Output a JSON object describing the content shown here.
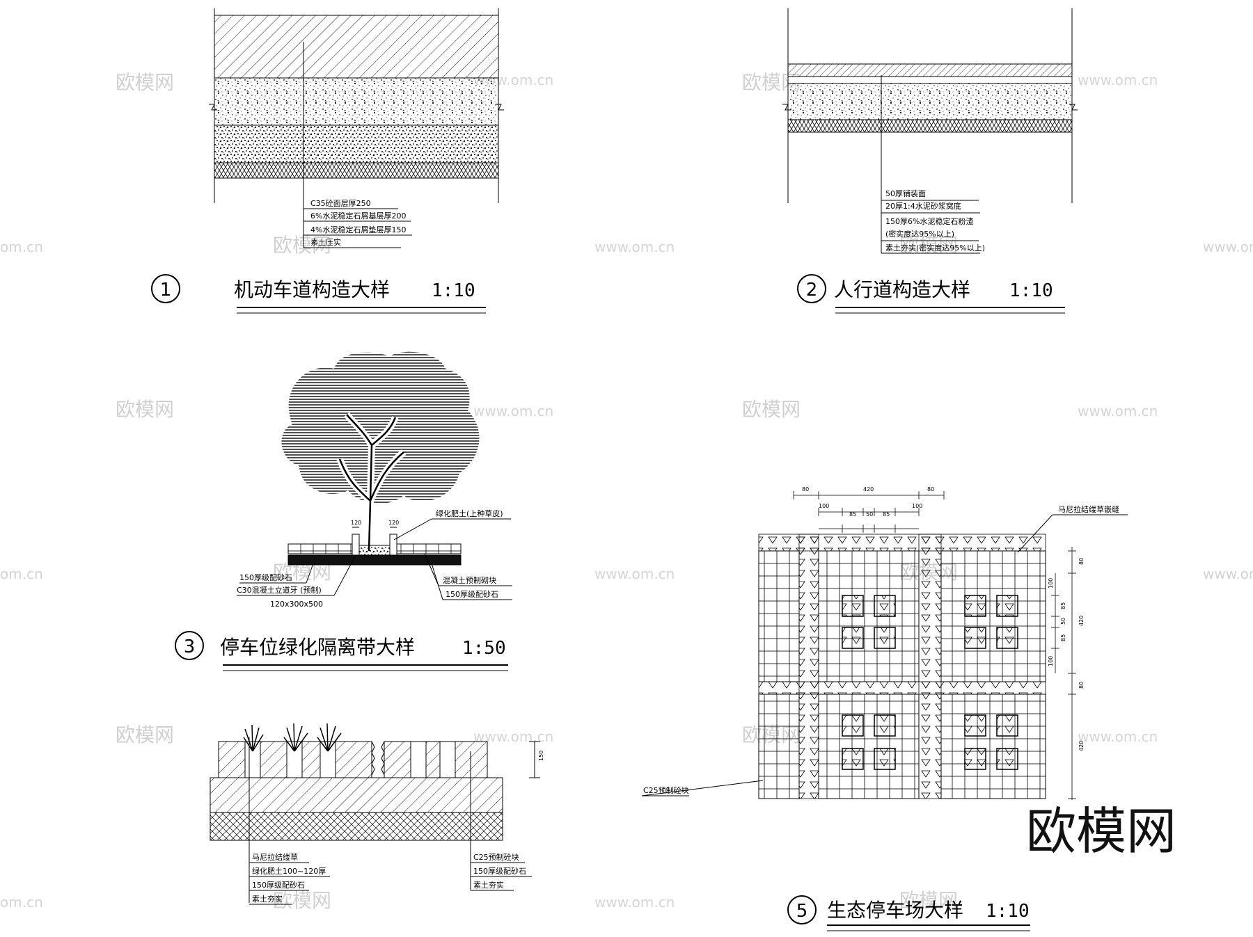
{
  "watermark": {
    "cn": "欧模网",
    "url": "www.om.cn",
    "url_cut": "om.cn",
    "brand_large": "欧模网"
  },
  "detail1": {
    "number": "1",
    "title": "机动车道构造大样",
    "scale": "1:10",
    "labels": [
      "C35砼面层厚250",
      "6%水泥稳定石屑基层厚200",
      "4%水泥稳定石屑垫层厚150",
      "素土压实"
    ]
  },
  "detail2": {
    "number": "2",
    "title": "人行道构造大样",
    "scale": "1:10",
    "labels": [
      "50厚铺装面",
      "20厚1:4水泥砂浆窝底",
      "150厚6%水泥稳定石粉渣",
      "(密实度达95%以上)",
      "素土夯实(密实度达95%以上)"
    ]
  },
  "detail3": {
    "number": "3",
    "title": "停车位绿化隔离带大样",
    "scale": "1:50",
    "dims": [
      "120",
      "120"
    ],
    "labels_right": [
      "绿化肥土(上种草皮)",
      "混凝土预制砌块",
      "150厚级配砂石"
    ],
    "labels_left": [
      "150厚级配砂石",
      "C30混凝土立道牙 (预制)",
      "120x300x500"
    ]
  },
  "detail4": {
    "dim": "150",
    "labels_left": [
      "马尼拉结缕草",
      "绿化肥土100~120厚",
      "150厚级配砂石",
      "素土夯实"
    ],
    "labels_right": [
      "C25预制砼块",
      "150厚级配砂石",
      "素土夯实"
    ]
  },
  "detail5": {
    "number": "5",
    "title": "生态停车场大样",
    "scale": "1:10",
    "dims_top": [
      "80",
      "420",
      "80",
      "100",
      "100",
      "85",
      "50",
      "85"
    ],
    "dims_right": [
      "80",
      "100",
      "85",
      "50",
      "85",
      "420",
      "100",
      "80",
      "420"
    ],
    "label_grass": "马尼拉结缕草嵌缝",
    "label_block": "C25预制砼块"
  }
}
